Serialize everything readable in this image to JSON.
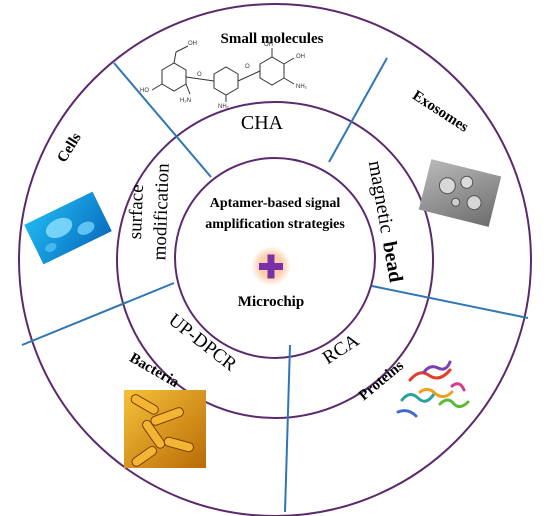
{
  "center": {
    "title_line1": "Aptamer-based signal",
    "title_line2": "amplification strategies",
    "plus_symbol": "+",
    "subtitle": "Microchip"
  },
  "middle_ring": {
    "cha": "CHA",
    "magnetic": "magnetic",
    "bead": "bead",
    "surface": "surface",
    "modification": "modification",
    "rca": "RCA",
    "updpcr": "UP-DPCR"
  },
  "outer_ring": {
    "small_molecules": "Small molecules",
    "exosomes": "Exosomes",
    "cells": "Cells",
    "proteins": "Proteins",
    "bacteria": "Bacteria"
  },
  "colors": {
    "ring_stroke": "#5b2a6e",
    "divider": "#2f76b4",
    "plus": "#7b2fa8",
    "glow": "#f7b27a"
  },
  "icons": {
    "small_molecules": "chemical-structure-icon",
    "exosomes": "exosome-micrograph-icon",
    "cells": "cell-micrograph-icon",
    "proteins": "protein-ribbon-icon",
    "bacteria": "bacteria-micrograph-icon"
  }
}
